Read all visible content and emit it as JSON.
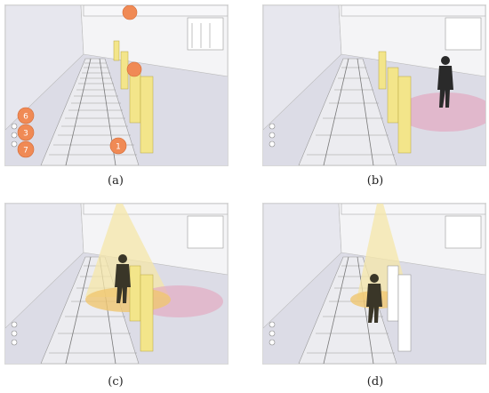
{
  "figure": {
    "captions": {
      "a": "(a)",
      "b": "(b)",
      "c": "(c)",
      "d": "(d)"
    },
    "panel_a_markers": [
      "6",
      "3",
      "7",
      "1"
    ],
    "colors": {
      "ground": "#dcdce6",
      "wall": "#f4f4f6",
      "barrier": "#f3e58a",
      "marker": "#f08a55",
      "light_cone": "#f5e7a8",
      "floor_spot": "#f0c770",
      "zone": "#e3a8c0",
      "person": "#2a2a2a"
    }
  }
}
